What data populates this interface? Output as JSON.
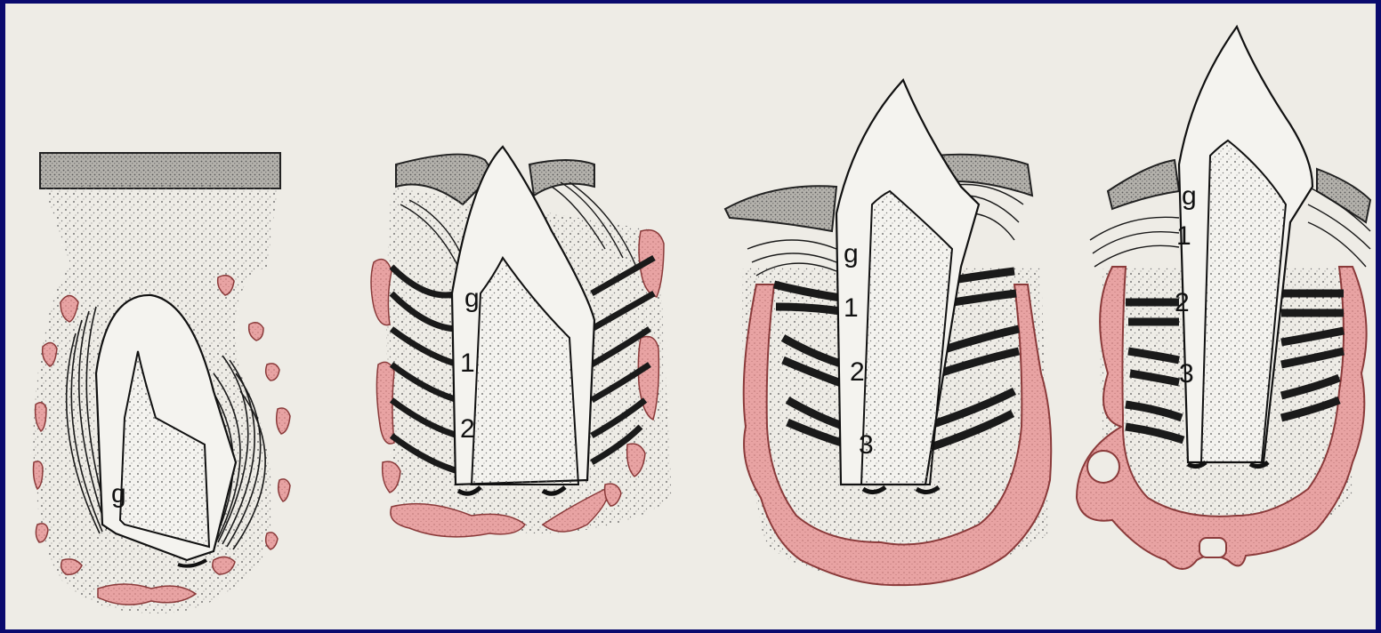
{
  "colors": {
    "frame": "#0a0a6e",
    "background": "#eeece6",
    "bone": "#e8a3a3",
    "enamel": "#f4f3ef",
    "dentin": "#e9e6de",
    "fibers": "#1a1a1a",
    "epithelium": "#a8a6a0"
  },
  "stages": [
    {
      "labels": [
        "g"
      ]
    },
    {
      "labels": [
        "g",
        "1",
        "2"
      ]
    },
    {
      "labels": [
        "g",
        "1",
        "2",
        "3"
      ]
    },
    {
      "labels": [
        "g",
        "1",
        "2",
        "3"
      ]
    }
  ]
}
